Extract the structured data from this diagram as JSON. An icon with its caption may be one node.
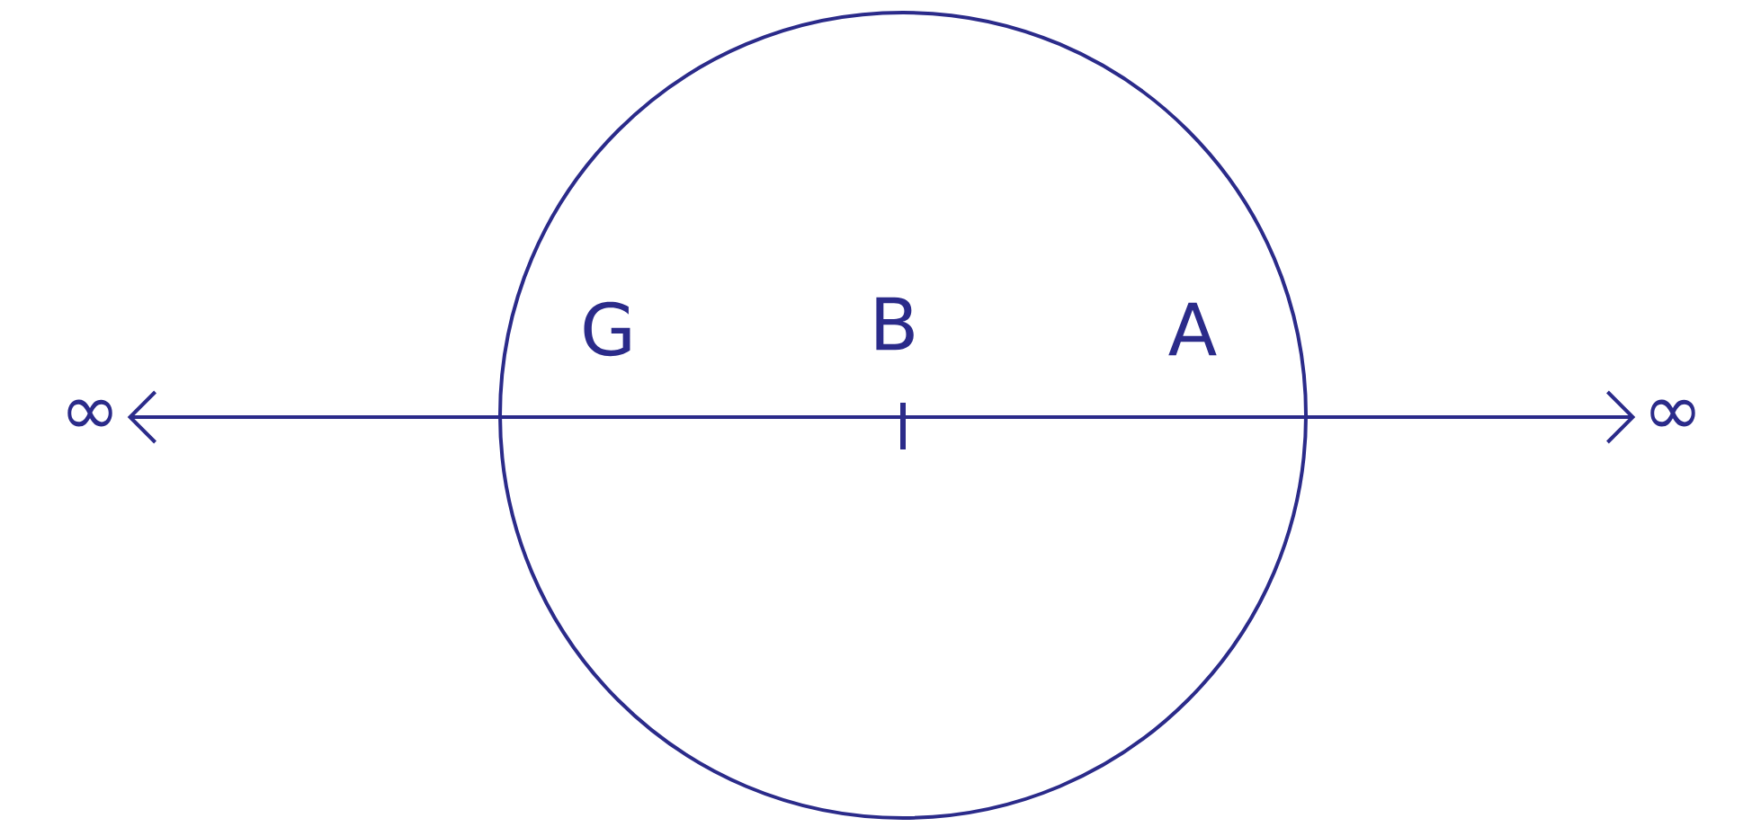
{
  "diagram": {
    "nodes": [
      {
        "text": [
          "∞"
        ]
      },
      {
        "text": [
          "∞"
        ]
      }
    ],
    "edges": [
      {
        "from": 0,
        "to": 1,
        "arrow": "both"
      }
    ],
    "labels": [
      "G",
      "B",
      "A"
    ]
  }
}
